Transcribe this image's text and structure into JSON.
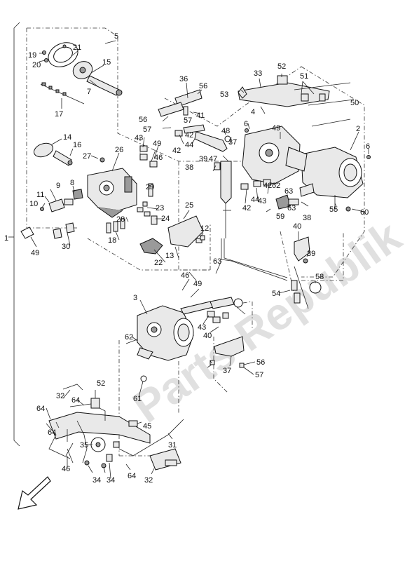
{
  "diagram": {
    "watermark": "Parts Republik",
    "callouts": [
      "1",
      "2",
      "3",
      "4",
      "5",
      "6",
      "6",
      "7",
      "8",
      "9",
      "10",
      "11",
      "12",
      "13",
      "14",
      "15",
      "16",
      "17",
      "18",
      "19",
      "20",
      "21",
      "22",
      "23",
      "24",
      "25",
      "26",
      "27",
      "28",
      "29",
      "30",
      "31",
      "32",
      "32",
      "33",
      "34",
      "34",
      "35",
      "36",
      "37",
      "37",
      "38",
      "38",
      "39",
      "39",
      "40",
      "40",
      "41",
      "42",
      "42",
      "42",
      "42",
      "43",
      "43",
      "43",
      "44",
      "44",
      "45",
      "46",
      "46",
      "46",
      "47",
      "48",
      "49",
      "49",
      "49",
      "49",
      "50",
      "51",
      "52",
      "52",
      "53",
      "54",
      "55",
      "56",
      "56",
      "56",
      "57",
      "57",
      "57",
      "58",
      "59",
      "60",
      "61",
      "62",
      "62",
      "63",
      "63",
      "63",
      "64",
      "64",
      "64",
      "64"
    ]
  }
}
